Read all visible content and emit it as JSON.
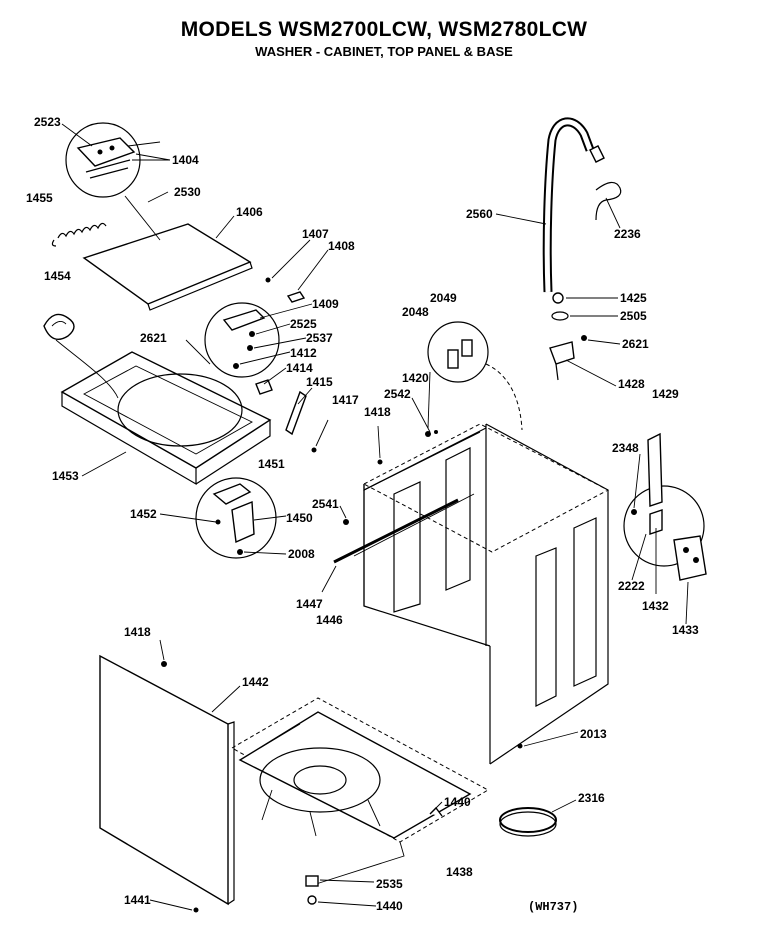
{
  "header": {
    "title": "MODELS WSM2700LCW, WSM2780LCW",
    "subtitle": "WASHER - CABINET, TOP PANEL & BASE"
  },
  "diagram_code": "(WH737)",
  "callouts": [
    {
      "id": "c2523",
      "text": "2523"
    },
    {
      "id": "c1404",
      "text": "1404"
    },
    {
      "id": "c1455",
      "text": "1455"
    },
    {
      "id": "c2530",
      "text": "2530"
    },
    {
      "id": "c1406",
      "text": "1406"
    },
    {
      "id": "c1407",
      "text": "1407"
    },
    {
      "id": "c1408",
      "text": "1408"
    },
    {
      "id": "c1454",
      "text": "1454"
    },
    {
      "id": "c1409",
      "text": "1409"
    },
    {
      "id": "c2525",
      "text": "2525"
    },
    {
      "id": "c2537",
      "text": "2537"
    },
    {
      "id": "c2621a",
      "text": "2621"
    },
    {
      "id": "c1412",
      "text": "1412"
    },
    {
      "id": "c1414",
      "text": "1414"
    },
    {
      "id": "c1415",
      "text": "1415"
    },
    {
      "id": "c1417",
      "text": "1417"
    },
    {
      "id": "c1453",
      "text": "1453"
    },
    {
      "id": "c1451",
      "text": "1451"
    },
    {
      "id": "c1452",
      "text": "1452"
    },
    {
      "id": "c1450",
      "text": "1450"
    },
    {
      "id": "c2008",
      "text": "2008"
    },
    {
      "id": "c2560",
      "text": "2560"
    },
    {
      "id": "c2236",
      "text": "2236"
    },
    {
      "id": "c1425",
      "text": "1425"
    },
    {
      "id": "c2505",
      "text": "2505"
    },
    {
      "id": "c2621b",
      "text": "2621"
    },
    {
      "id": "c1428a",
      "text": "1428"
    },
    {
      "id": "c1429",
      "text": "1429"
    },
    {
      "id": "c2049",
      "text": "2049"
    },
    {
      "id": "c2048",
      "text": "2048"
    },
    {
      "id": "c1420",
      "text": "1420"
    },
    {
      "id": "c2542",
      "text": "2542"
    },
    {
      "id": "c1418a",
      "text": "1418"
    },
    {
      "id": "c2541",
      "text": "2541"
    },
    {
      "id": "c1447",
      "text": "1447"
    },
    {
      "id": "c1446",
      "text": "1446"
    },
    {
      "id": "c2348",
      "text": "2348"
    },
    {
      "id": "c2222",
      "text": "2222"
    },
    {
      "id": "c1432",
      "text": "1432"
    },
    {
      "id": "c1433",
      "text": "1433"
    },
    {
      "id": "c1418b",
      "text": "1418"
    },
    {
      "id": "c1442",
      "text": "1442"
    },
    {
      "id": "c2013",
      "text": "2013"
    },
    {
      "id": "c1440a",
      "text": "1440"
    },
    {
      "id": "c2316",
      "text": "2316"
    },
    {
      "id": "c1438",
      "text": "1438"
    },
    {
      "id": "c2535",
      "text": "2535"
    },
    {
      "id": "c1440b",
      "text": "1440"
    },
    {
      "id": "c1441",
      "text": "1441"
    }
  ]
}
